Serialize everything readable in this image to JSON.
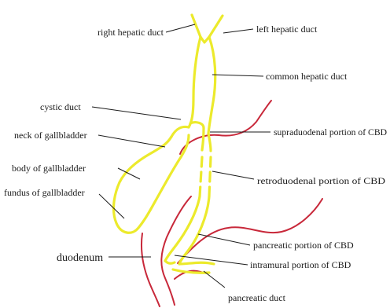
{
  "diagram": {
    "colors": {
      "duct": "#ecea2c",
      "duodenum": "#c8283a",
      "label": "#1a1a1a",
      "background": "#ffffff"
    },
    "labels": {
      "right_hepatic_duct": "right hepatic duct",
      "left_hepatic_duct": "left hepatic duct",
      "common_hepatic_duct": "common hepatic duct",
      "cystic_duct": "cystic duct",
      "neck_of_gallbladder": "neck of gallbladder",
      "supraduodenal_portion": "supraduodenal portion of CBD",
      "body_of_gallbladder": "body of gallbladder",
      "retroduodenal_portion": "retroduodenal portion of CBD",
      "fundus_of_gallbladder": "fundus of gallbladder",
      "pancreatic_portion": "pancreatic portion of CBD",
      "duodenum": "duodenum",
      "intramural_portion": "intramural portion of CBD",
      "pancreatic_duct": "pancreatic duct"
    }
  }
}
